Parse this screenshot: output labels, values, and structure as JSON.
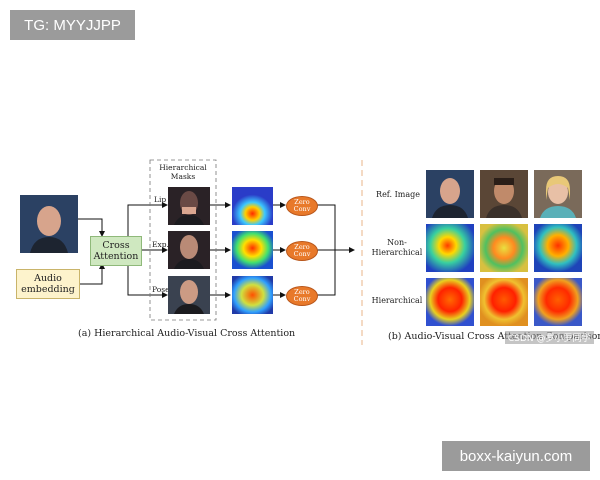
{
  "watermarks": {
    "top_left": "TG: MYYJJPP",
    "bottom_right": "boxx-kaiyun.com"
  },
  "diagram_a": {
    "cross_attention": "Cross Attention",
    "audio_embedding": "Audio embedding",
    "masks_title": "Hierarchical Masks",
    "branches": [
      "Lip",
      "Exp.",
      "Pose"
    ],
    "zero_conv": "Zero Conv",
    "caption": "(a) Hierarchical Audio-Visual Cross Attention"
  },
  "diagram_b": {
    "rows": [
      "Ref. Image",
      "Non-Hierarchical",
      "Hierarchical"
    ],
    "caption": "(b) Audio-Visual Cross Attention Comparison",
    "caption_overlay": "CSDN @罗小罗同学"
  },
  "colors": {
    "cross_attention_fill": "#cfe8c0",
    "audio_fill": "#fdf3cc",
    "zero_conv": "#e8792a"
  }
}
